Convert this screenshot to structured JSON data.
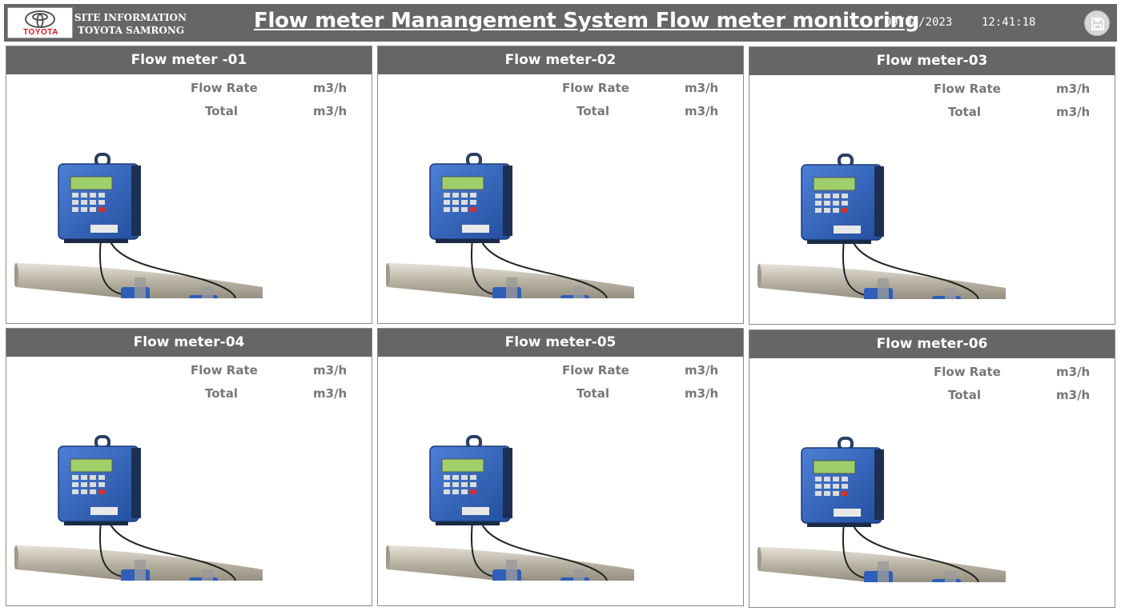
{
  "header": {
    "logo_text": "TOYOTA",
    "site_info_line1": "SITE INFORMATION",
    "site_info_line2": "TOYOTA SAMRONG",
    "title": "Flow meter  Manangement System Flow meter monitoring",
    "date": "09/04/2023",
    "time": "12:41:18",
    "save_icon": "save-icon"
  },
  "panels": [
    {
      "title": "Flow meter -01",
      "flow_rate_label": "Flow Rate",
      "total_label": "Total",
      "flow_rate_unit": "m3/h",
      "total_unit": "m3/h"
    },
    {
      "title": "Flow meter-02",
      "flow_rate_label": "Flow Rate",
      "total_label": "Total",
      "flow_rate_unit": "m3/h",
      "total_unit": "m3/h"
    },
    {
      "title": "Flow meter-03",
      "flow_rate_label": "Flow Rate",
      "total_label": "Total",
      "flow_rate_unit": "m3/h",
      "total_unit": "m3/h"
    },
    {
      "title": "Flow meter-04",
      "flow_rate_label": "Flow Rate",
      "total_label": "Total",
      "flow_rate_unit": "m3/h",
      "total_unit": "m3/h"
    },
    {
      "title": "Flow meter-05",
      "flow_rate_label": "Flow Rate",
      "total_label": "Total",
      "flow_rate_unit": "m3/h",
      "total_unit": "m3/h"
    },
    {
      "title": "Flow meter-06",
      "flow_rate_label": "Flow Rate",
      "total_label": "Total",
      "flow_rate_unit": "m3/h",
      "total_unit": "m3/h"
    }
  ],
  "colors": {
    "header_bg": "#666666",
    "meter_blue": "#2f5fb8",
    "label_gray": "#777777",
    "logo_red": "#e01020"
  }
}
